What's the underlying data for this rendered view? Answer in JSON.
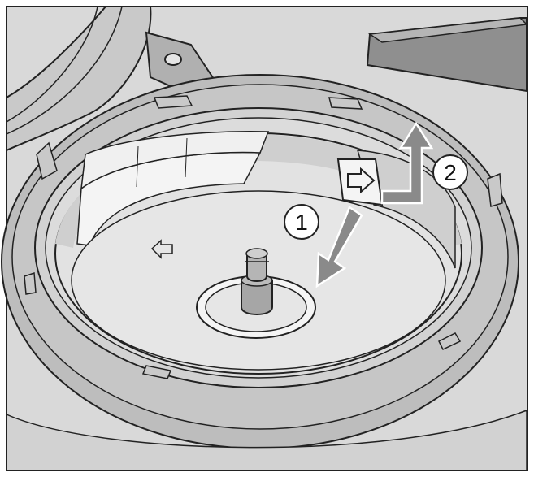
{
  "illustration": {
    "colors": {
      "background": "#d9d9d9",
      "ring": "#bdbdbd",
      "ring_dark": "#a8a8a8",
      "bowl": "#dedede",
      "paper": "#f4f4f4",
      "outline": "#222222",
      "arrow": "#8a8a8a",
      "arrow_stroke": "#ffffff"
    },
    "callouts": [
      {
        "id": "step-1",
        "number": "1"
      },
      {
        "id": "step-2",
        "number": "2"
      }
    ],
    "icons": [
      "arrow-symbol-icon",
      "pull-tab-arrow-icon"
    ]
  }
}
